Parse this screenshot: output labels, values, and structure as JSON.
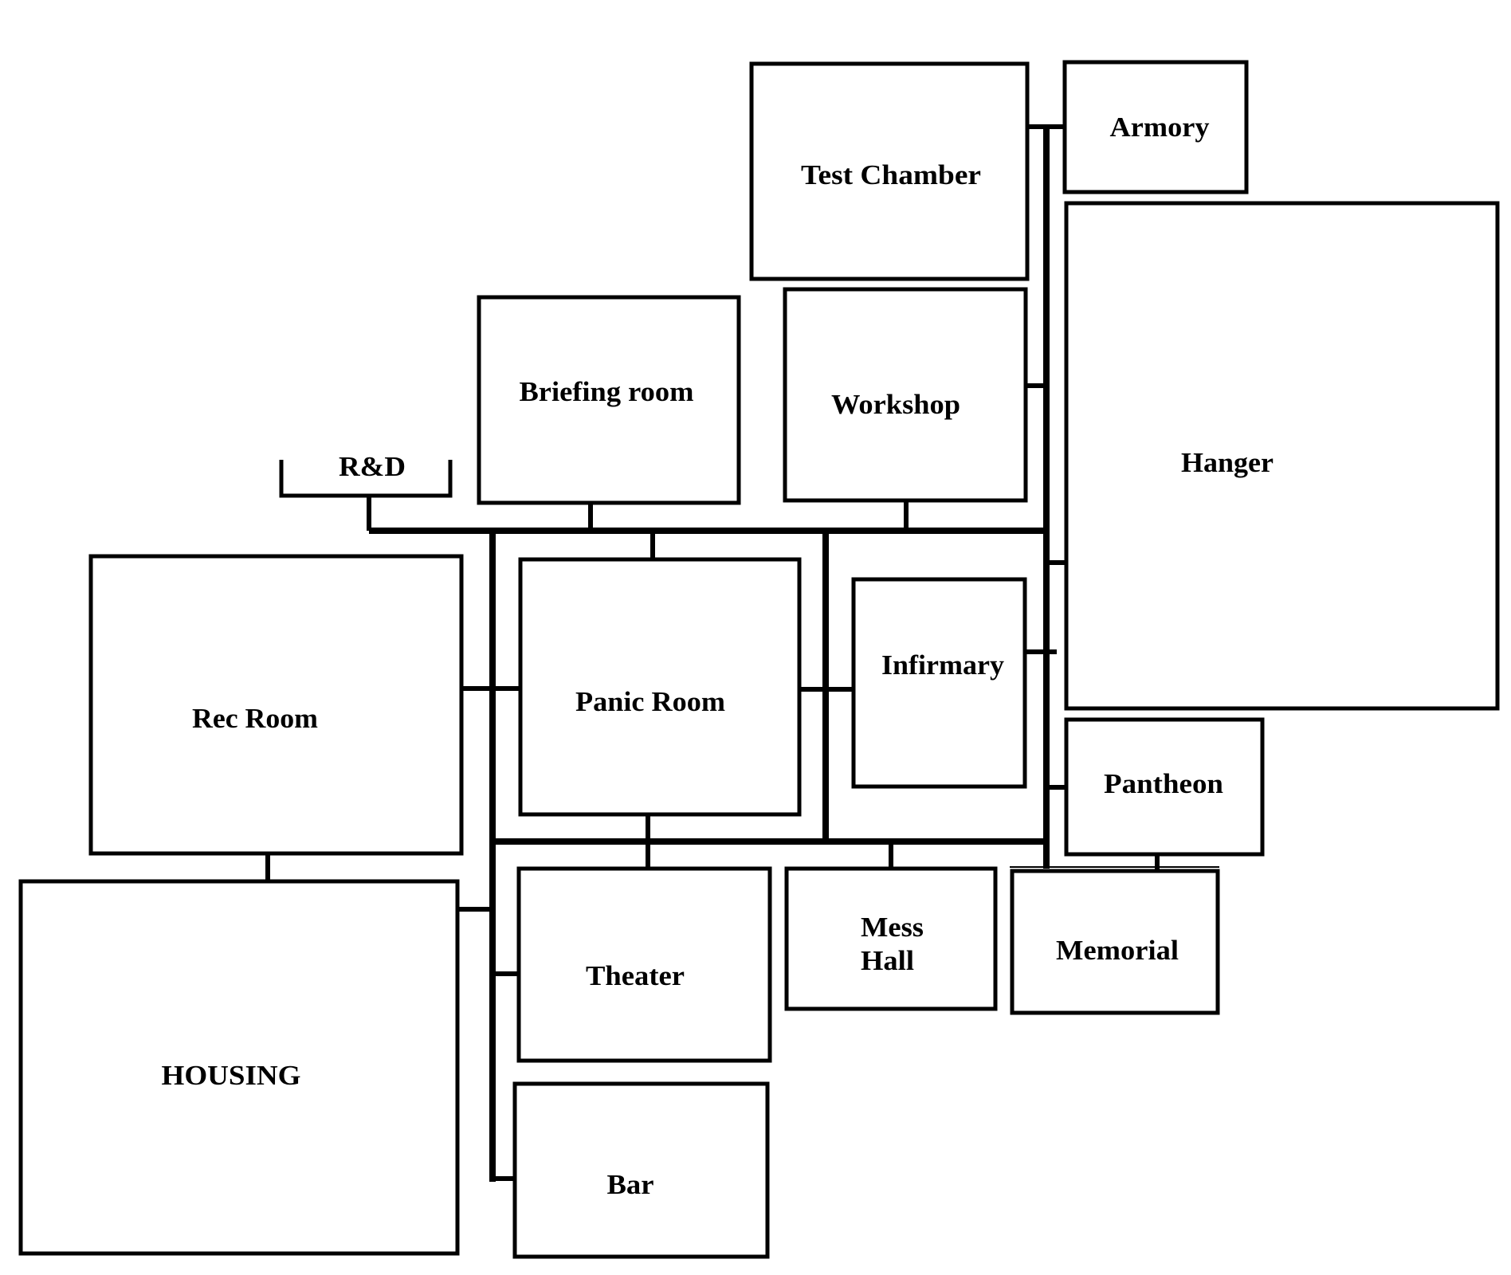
{
  "diagram": {
    "type": "floor-plan",
    "colors": {
      "line": "#000000",
      "background": "#ffffff"
    },
    "rooms": {
      "test_chamber": "Test Chamber",
      "armory": "Armory",
      "hanger": "Hanger",
      "briefing_room": "Briefing room",
      "workshop": "Workshop",
      "rnd": "R&D",
      "rec_room": "Rec Room",
      "panic_room": "Panic Room",
      "infirmary": "Infirmary",
      "pantheon": "Pantheon",
      "housing": "HOUSING",
      "theater": "Theater",
      "mess_hall_line1": "Mess",
      "mess_hall_line2": "Hall",
      "memorial": "Memorial",
      "bar": "Bar"
    },
    "connections": [
      [
        "Test Chamber",
        "Armory"
      ],
      [
        "Workshop",
        "main-corridor"
      ],
      [
        "Hanger",
        "main-corridor"
      ],
      [
        "Infirmary",
        "main-corridor"
      ],
      [
        "Pantheon",
        "main-corridor"
      ],
      [
        "Pantheon",
        "Memorial"
      ],
      [
        "R&D",
        "north-corridor"
      ],
      [
        "Briefing room",
        "north-corridor"
      ],
      [
        "Panic Room",
        "north-corridor"
      ],
      [
        "Workshop",
        "north-corridor"
      ],
      [
        "Rec Room",
        "west-corridor"
      ],
      [
        "Panic Room",
        "west-corridor"
      ],
      [
        "Panic Room",
        "inner-corridor"
      ],
      [
        "Panic Room",
        "south-corridor"
      ],
      [
        "Rec Room",
        "HOUSING"
      ],
      [
        "HOUSING",
        "west-corridor"
      ],
      [
        "Theater",
        "west-corridor"
      ],
      [
        "Theater",
        "south-corridor"
      ],
      [
        "Mess Hall",
        "south-corridor"
      ],
      [
        "Bar",
        "west-corridor"
      ]
    ]
  }
}
